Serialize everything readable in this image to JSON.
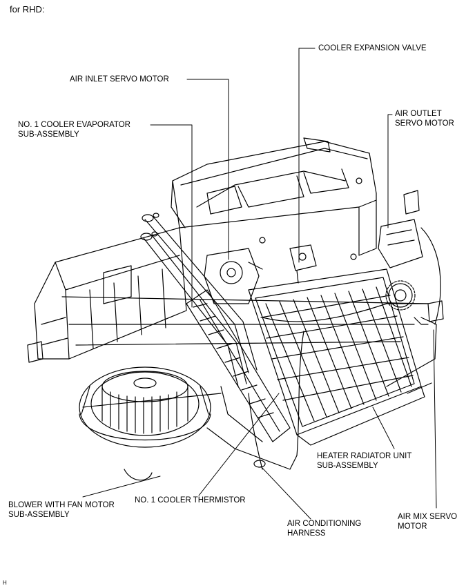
{
  "heading": "for RHD:",
  "labels": {
    "cooler_expansion_valve": "COOLER EXPANSION VALVE",
    "air_inlet_servo_motor": "AIR INLET SERVO MOTOR",
    "evaporator": "NO. 1 COOLER EVAPORATOR\nSUB-ASSEMBLY",
    "air_outlet_servo_motor": "AIR OUTLET\nSERVO MOTOR",
    "heater_radiator": "HEATER RADIATOR UNIT\nSUB-ASSEMBLY",
    "blower": "BLOWER WITH FAN MOTOR\nSUB-ASSEMBLY",
    "thermistor": "NO. 1 COOLER THERMISTOR",
    "ac_harness": "AIR CONDITIONING\nHARNESS",
    "air_mix_servo_motor": "AIR MIX SERVO\nMOTOR"
  },
  "figure_code": "H"
}
